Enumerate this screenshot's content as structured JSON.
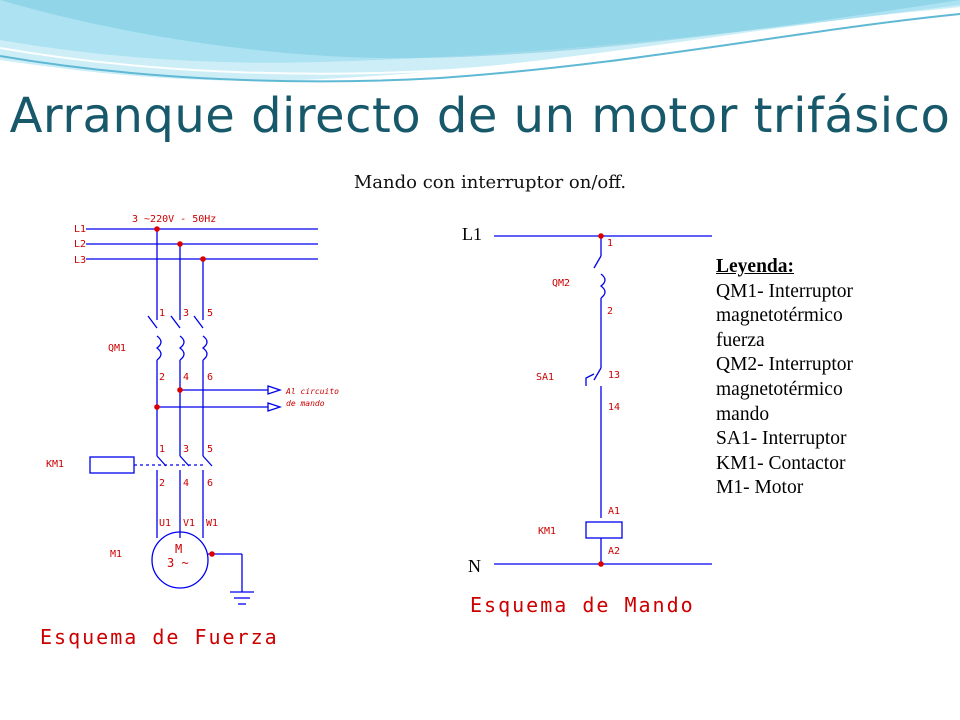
{
  "title": "Arranque directo de un motor trifásico",
  "subtitle": "Mando con interruptor on/off.",
  "colors": {
    "title": "#17596b",
    "wire": "#0000ee",
    "node": "#dd0000",
    "labels": "#cc0000",
    "wave": "#8fd3e8"
  },
  "power_schematic": {
    "supply": "3 ~220V - 50Hz",
    "lines": [
      "L1",
      "L2",
      "L3"
    ],
    "qm1": {
      "label": "QM1",
      "top_terminals": [
        "1",
        "3",
        "5"
      ],
      "bottom_terminals": [
        "2",
        "4",
        "6"
      ]
    },
    "control_tap": [
      "Al circuito",
      "de mando"
    ],
    "km1": {
      "label": "KM1",
      "top_terminals": [
        "1",
        "3",
        "5"
      ],
      "bottom_terminals": [
        "2",
        "4",
        "6"
      ]
    },
    "motor_terminals": [
      "U1",
      "V1",
      "W1"
    ],
    "motor": {
      "label": "M1",
      "symbol_top": "M",
      "symbol_bottom": "3 ~"
    },
    "caption": "Esquema de Fuerza"
  },
  "control_schematic": {
    "line_label": "L1",
    "neutral_label": "N",
    "qm2": {
      "label": "QM2",
      "terminals": [
        "1",
        "2"
      ]
    },
    "sa1": {
      "label": "SA1",
      "terminals": [
        "13",
        "14"
      ]
    },
    "km1": {
      "label": "KM1",
      "terminals": [
        "A1",
        "A2"
      ]
    },
    "caption": "Esquema de Mando"
  },
  "legend": {
    "heading": "Leyenda:",
    "lines": [
      "QM1- Interruptor",
      "magnetotérmico",
      "fuerza",
      "QM2- Interruptor",
      "magnetotérmico",
      "mando",
      "SA1- Interruptor",
      "KM1- Contactor",
      "M1- Motor"
    ]
  }
}
